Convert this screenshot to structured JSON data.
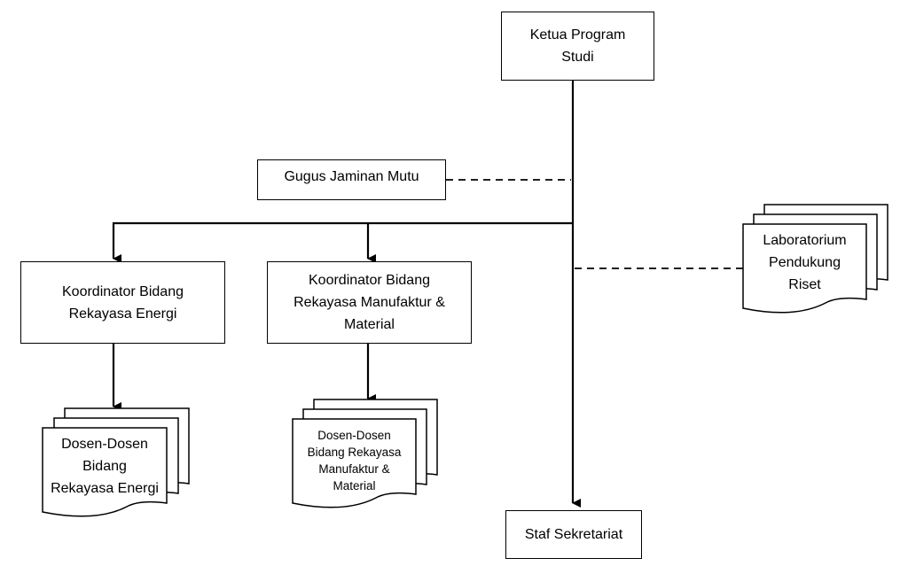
{
  "nodes": {
    "ketua": {
      "line1": "Ketua Program",
      "line2": "Studi"
    },
    "gugus": {
      "label": "Gugus Jaminan Mutu"
    },
    "koordinator_energi": {
      "line1": "Koordinator Bidang",
      "line2": "Rekayasa Energi"
    },
    "koordinator_manufaktur": {
      "line1": "Koordinator Bidang",
      "line2": "Rekayasa Manufaktur &",
      "line3": "Material"
    },
    "laboratorium": {
      "line1": "Laboratorium",
      "line2": "Pendukung",
      "line3": "Riset"
    },
    "dosen_energi": {
      "line1": "Dosen-Dosen",
      "line2": "Bidang",
      "line3": "Rekayasa Energi"
    },
    "dosen_manufaktur": {
      "line1": "Dosen-Dosen",
      "line2": "Bidang Rekayasa",
      "line3": "Manufaktur &",
      "line4": "Material"
    },
    "staf": {
      "label": "Staf Sekretariat"
    }
  }
}
